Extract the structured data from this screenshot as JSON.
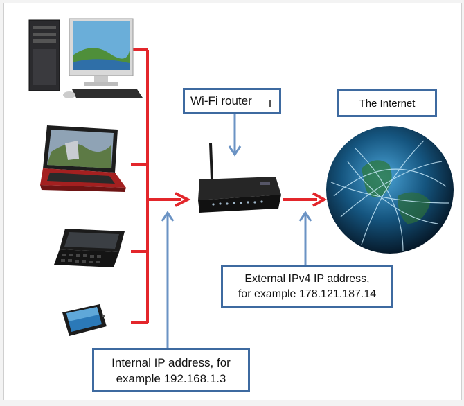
{
  "diagram": {
    "router_label": "Wi-Fi router",
    "internet_label": "The Internet",
    "external_ip_label_line1": "External IPv4 IP address,",
    "external_ip_label_line2": "for example 178.121.187.14",
    "internal_ip_label_line1": "Internal IP address, for",
    "internal_ip_label_line2": "example 192.168.1.3"
  },
  "colors": {
    "connection_red": "#e3262b",
    "callout_blue": "#6b93c4",
    "box_border": "#3e6aa0"
  },
  "devices": [
    "desktop-computer",
    "laptop",
    "slide-out-keyboard-phone",
    "smartphone",
    "wifi-router",
    "globe"
  ]
}
